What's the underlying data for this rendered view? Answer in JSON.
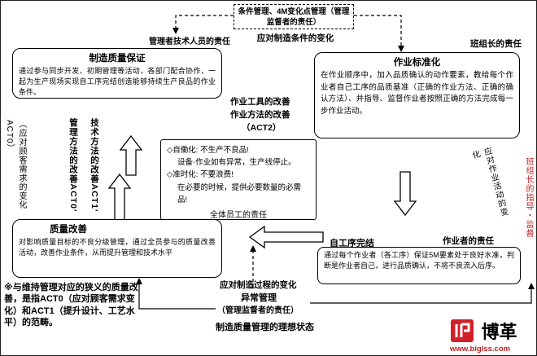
{
  "top": {
    "condition_box": "条件管理、4M变化点管理（管理监督者的责任）",
    "condition_change": "应对制造条件的变化",
    "manager_responsibility": "管理者技术人员的责任",
    "leader_responsibility": "班组长的责任"
  },
  "quality_assurance": {
    "title": "制造质量保证",
    "body": "通过参与同步开发、初期管理等活动，各部门配合协作，一起为生产现场实现自工序完结创造能够持续生产良品的作业条件。"
  },
  "standardization": {
    "title": "作业标准化",
    "body": "在作业顺序中，加入品质确认的动作要素，教给每个作业者自己工序的品质基准（正确的作业方法、正确的确认方法）、并指导、监督作业者按照正确的方法完成每一步作业活动。"
  },
  "act2": {
    "line1": "作业工具的改善",
    "line2": "作业方法的改善",
    "line3": "（ACT2）"
  },
  "jidoka": {
    "lines": [
      "◇自働化: 不生产不良品!",
      "设备·作业如有异常，生产线停止。",
      "◇准时化: 不要浪费!",
      "在必要的时候，提供必要数量的必需品!"
    ],
    "footer": "全体员工的责任"
  },
  "left_margin": {
    "customer_change": "（应对顾客需求的变化ACT0）",
    "management_improve": "管理方法的改善ACT0'",
    "technical_improve": "技术方法的改善ACT1'"
  },
  "quality_improvement": {
    "title": "质量改善",
    "body": "对影响质量目标的不良分级管理，通过全员参与的质量改善活动，改善作业条件，从而提升管理和技术水平"
  },
  "self_completion": {
    "title": "自工序完结",
    "label": "作业者的责任",
    "body": "通过每个作业者（各工序）保证5M要素处于良好水准，判断是作业者自己，进行品质确认，不将不良流入后序。"
  },
  "right_margin": {
    "activity_change": "应对作业活动的变化",
    "leader_guide": "班组长的指导・监督"
  },
  "bottom": {
    "note": "※与维持管理对应的狭义的质量改善，是指ACT0（应对顾客需求变化）和ACT1（提升设计、工艺水平）的范畴。",
    "process_change": "应对制造过程的变化",
    "abnormal": "异常管理",
    "supervisor": "（管理监督者的责任）",
    "ideal": "制造质量管理的理想状态"
  },
  "logo": {
    "brand": "博革",
    "url": "www.biglss.com"
  },
  "colors": {
    "accent_red": "#d02028",
    "line": "#000000"
  }
}
